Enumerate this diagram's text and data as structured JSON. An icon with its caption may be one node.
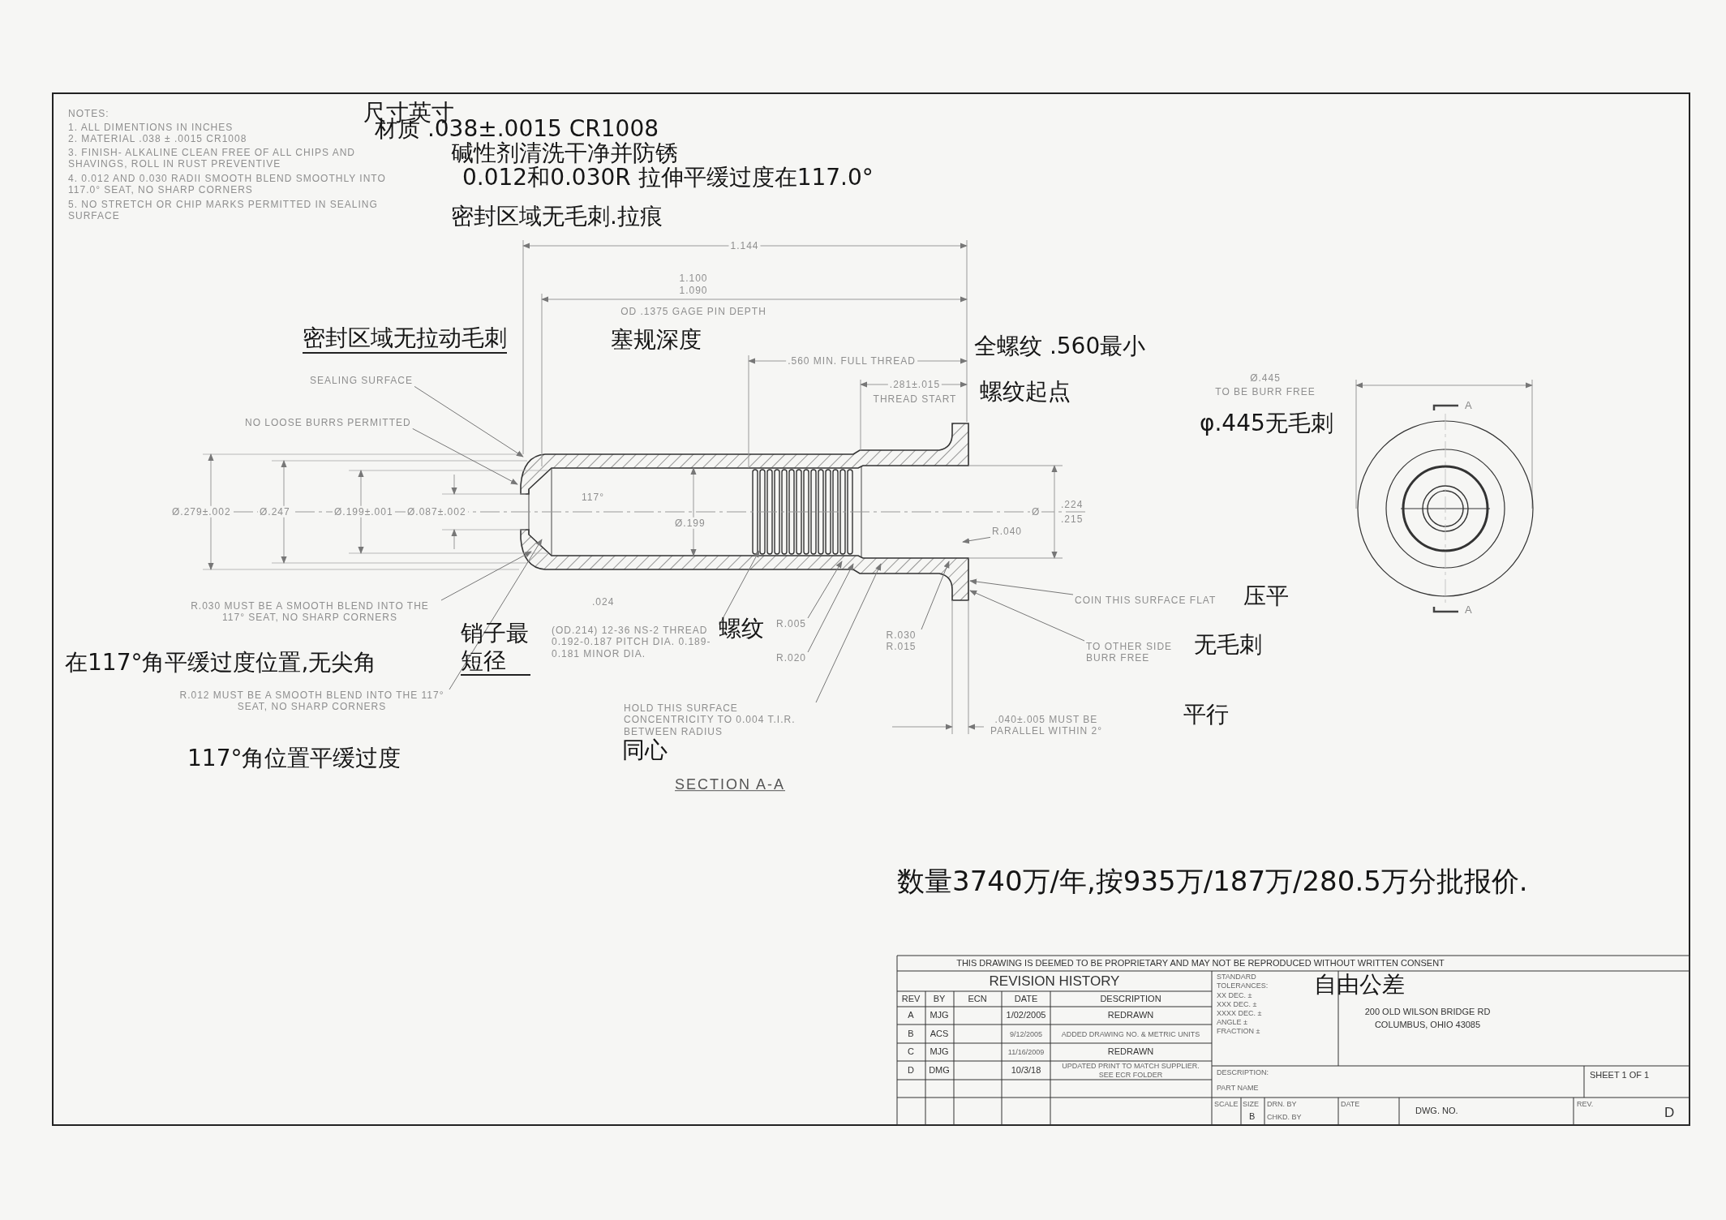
{
  "diagram": {
    "title": "SECTION A-A",
    "nodes": [
      {
        "text": [
          "SEALING SURFACE"
        ]
      },
      {
        "text": [
          "NO LOOSE BURRS PERMITTED"
        ]
      },
      {
        "text": [
          "R.030 MUST BE A SMOOTH BLEND INTO THE 117° SEAT, NO SHARP CORNERS"
        ]
      },
      {
        "text": [
          "R.012 MUST BE A SMOOTH BLEND INTO THE 117° SEAT, NO SHARP CORNERS"
        ]
      },
      {
        "text": [
          "(OD.214) 12-36 NS-2 THREAD 0.192-0.187 PITCH DIA. 0.189-0.181 MINOR DIA."
        ]
      },
      {
        "text": [
          "R.005"
        ]
      },
      {
        "text": [
          "R.020"
        ]
      },
      {
        "text": [
          "HOLD THIS SURFACE CONCENTRICITY TO 0.004 T.I.R. BETWEEN RADIUS"
        ]
      },
      {
        "text": [
          "R.030 R.015"
        ]
      },
      {
        "text": [
          "R.040"
        ]
      },
      {
        "text": [
          "COIN THIS SURFACE FLAT"
        ]
      },
      {
        "text": [
          "TO OTHER SIDE BURR FREE"
        ]
      }
    ],
    "edges": [
      {
        "from": 0,
        "to": null,
        "arrow": "to"
      },
      {
        "from": 1,
        "to": null,
        "arrow": "to"
      },
      {
        "from": 2,
        "to": null,
        "arrow": "to"
      },
      {
        "from": 3,
        "to": null,
        "arrow": "to"
      },
      {
        "from": 4,
        "to": null,
        "arrow": "to"
      },
      {
        "from": 5,
        "to": null,
        "arrow": "to"
      },
      {
        "from": 6,
        "to": null,
        "arrow": "to"
      },
      {
        "from": 7,
        "to": null,
        "arrow": "to"
      },
      {
        "from": 8,
        "to": null,
        "arrow": "to"
      },
      {
        "from": 9,
        "to": null,
        "arrow": "to"
      },
      {
        "from": 10,
        "to": null,
        "arrow": "to"
      },
      {
        "from": 11,
        "to": null,
        "arrow": "to"
      }
    ],
    "labels": [
      "NOTES:",
      "1. ALL DIMENTIONS IN INCHES",
      "2. MATERIAL .038 ± .0015 CR1008",
      "3. FINISH- ALKALINE CLEAN FREE OF ALL CHIPS AND SHAVINGS, ROLL IN RUST PREVENTIVE",
      "4. 0.012 AND 0.030 RADII SMOOTH BLEND SMOOTHLY INTO 117.0° SEAT, NO SHARP CORNERS",
      "5. NO STRETCH OR CHIP MARKS PERMITTED IN SEALING SURFACE",
      "尺寸英寸",
      "材质 .038±.0015 CR1008",
      "碱性剂清洗干净并防锈",
      "0.012和0.030R 拉伸平缓过度在117.0°",
      "密封区域无毛刺.拉痕",
      "1.144",
      "1.100",
      "1.090",
      "OD .1375 GAGE PIN DEPTH",
      "密封区域无拉动毛刺",
      "塞规深度",
      "全螺纹 .560最小",
      ".560 MIN. FULL THREAD",
      "螺纹起点",
      ".281±.015",
      "THREAD START",
      "Ø.445",
      "TO BE BURR FREE",
      "φ.445无毛刺",
      "A",
      "Ø.279±.002",
      "Ø.247",
      "Ø.199±.001",
      "Ø.087±.002",
      "117°",
      "Ø.199",
      "Ø",
      ".224",
      ".215",
      ".024",
      "压平",
      "A",
      "螺纹",
      "无毛刺",
      "在117°角平缓过度位置,无尖角",
      "销子最短径",
      "平行",
      ".040±.005 MUST BE PARALLEL WITHIN 2°",
      "117°角位置平缓过度",
      "同心",
      "数量3740万/年,按935万/187万/280.5万分批报价.",
      "THIS DRAWING IS DEEMED TO BE PROPRIETARY AND MAY NOT BE REPRODUCED WITHOUT WRITTEN CONSENT",
      "REVISION HISTORY",
      "STANDARD TOLERANCES:",
      "自由公差",
      "200 OLD WILSON BRIDGE RD",
      "COLUMBUS, OHIO 43085",
      "REV",
      "BY",
      "ECN",
      "DATE",
      "DESCRIPTION",
      "XX DEC. ±",
      "XXX DEC. ±",
      "XXXX DEC. ±",
      "ANGLE ±",
      "FRACTION ±",
      "A",
      "MJG",
      "1/02/2005",
      "REDRAWN",
      "B",
      "ACS",
      "9/12/2005",
      "ADDED DRAWING NO. & METRIC UNITS",
      "C",
      "MJG",
      "11/16/2009",
      "REDRAWN",
      "D",
      "DMG",
      "10/3/18",
      "UPDATED PRINT TO MATCH SUPPLIER. SEE ECR FOLDER",
      "DESCRIPTION:",
      "PART NAME",
      "SHEET 1 OF 1",
      "SCALE",
      "SIZE",
      "B",
      "DRN. BY",
      "CHKD. BY",
      "DATE",
      "DWG. NO.",
      "REV.",
      "D"
    ]
  }
}
